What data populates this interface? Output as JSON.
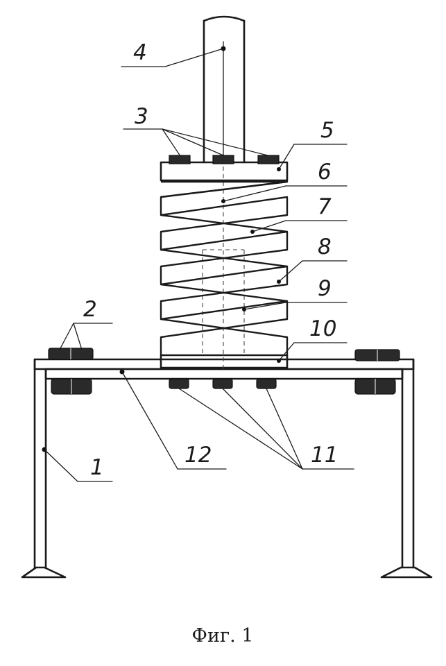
{
  "figure": {
    "caption": "Фиг. 1",
    "labels": [
      {
        "id": "1",
        "text": "1"
      },
      {
        "id": "2",
        "text": "2"
      },
      {
        "id": "3",
        "text": "3"
      },
      {
        "id": "4",
        "text": "4"
      },
      {
        "id": "5",
        "text": "5"
      },
      {
        "id": "6",
        "text": "6"
      },
      {
        "id": "7",
        "text": "7"
      },
      {
        "id": "8",
        "text": "8"
      },
      {
        "id": "9",
        "text": "9"
      },
      {
        "id": "10",
        "text": "10"
      },
      {
        "id": "11",
        "text": "11"
      },
      {
        "id": "12",
        "text": "12"
      }
    ]
  }
}
